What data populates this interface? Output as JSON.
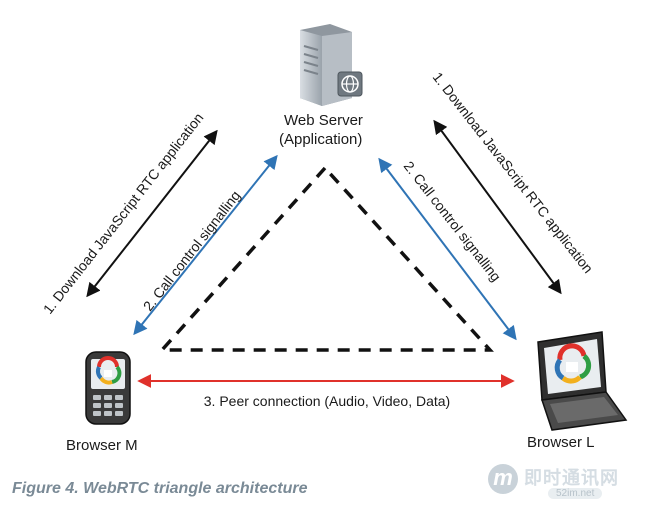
{
  "nodes": {
    "web_server": {
      "line1": "Web Server",
      "line2": "(Application)"
    },
    "browser_m": {
      "label": "Browser M"
    },
    "browser_l": {
      "label": "Browser L"
    }
  },
  "edges": {
    "download_left": "1. Download JavaScript RTC application",
    "download_right": "1. Download JavaScript RTC application",
    "signal_left": "2. Call control signalling",
    "signal_right": "2. Call control signalling",
    "peer": "3. Peer connection (Audio, Video, Data)"
  },
  "caption": "Figure 4. WebRTC triangle architecture",
  "watermark": {
    "badge": "m",
    "title": "即时通讯网",
    "sub": "52im.net"
  },
  "colors": {
    "black_arrow": "#111111",
    "blue_arrow": "#2f74b5",
    "red_arrow": "#e0312b",
    "caption": "#7a8a96"
  }
}
